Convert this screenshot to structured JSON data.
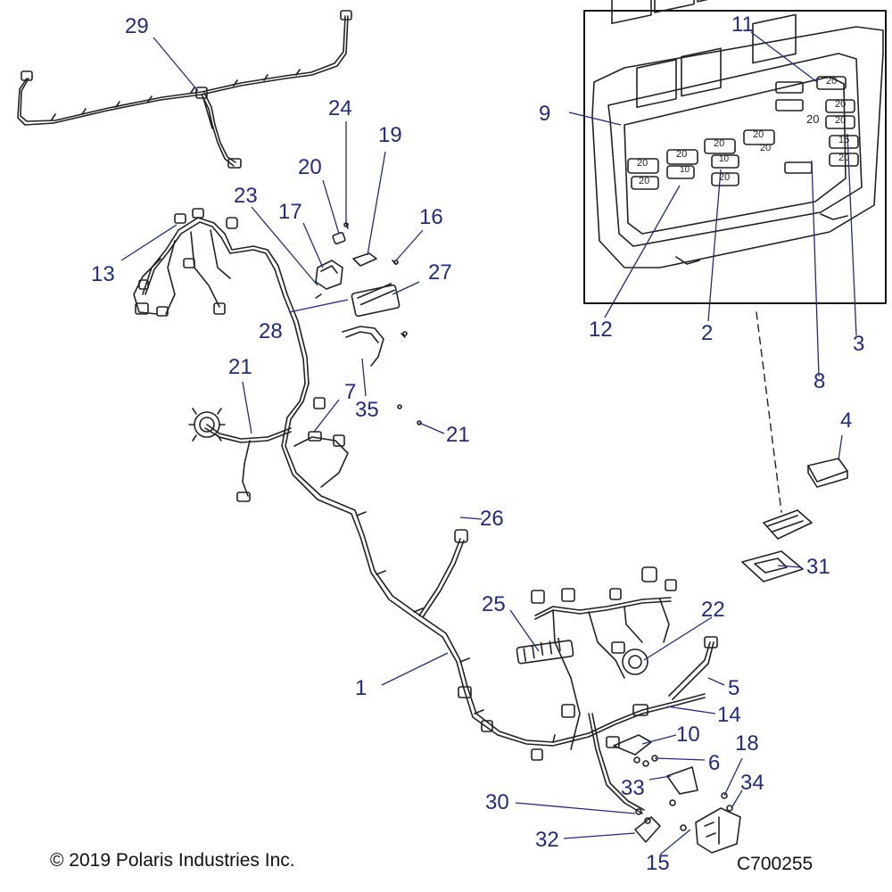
{
  "colors": {
    "callout": "#1f2a8a",
    "line_art": "#222222",
    "leader": "#1f2a8a"
  },
  "copyright": "© 2019 Polaris Industries Inc.",
  "drawing_number": "C700255",
  "callouts": {
    "c1": "1",
    "c2": "2",
    "c3": "3",
    "c4": "4",
    "c5": "5",
    "c6": "6",
    "c7": "7",
    "c8": "8",
    "c9": "9",
    "c10": "10",
    "c11": "11",
    "c12": "12",
    "c13": "13",
    "c14": "14",
    "c15": "15",
    "c16": "16",
    "c17": "17",
    "c18": "18",
    "c19": "19",
    "c20": "20",
    "c21a": "21",
    "c21b": "21",
    "c22": "22",
    "c23": "23",
    "c24": "24",
    "c25": "25",
    "c26": "26",
    "c27": "27",
    "c28": "28",
    "c29": "29",
    "c30": "30",
    "c31": "31",
    "c32": "32",
    "c33": "33",
    "c34": "34",
    "c35": "35"
  },
  "fuse_labels": {
    "f1": "20",
    "f2": "20",
    "f3": "20",
    "f4": "20",
    "f5": "20",
    "f6": "20",
    "f7": "20",
    "f8": "20",
    "f9": "20",
    "f10": "20",
    "f11": "20",
    "f12": "20",
    "f13": "15",
    "f14": "10",
    "f15": "10"
  }
}
